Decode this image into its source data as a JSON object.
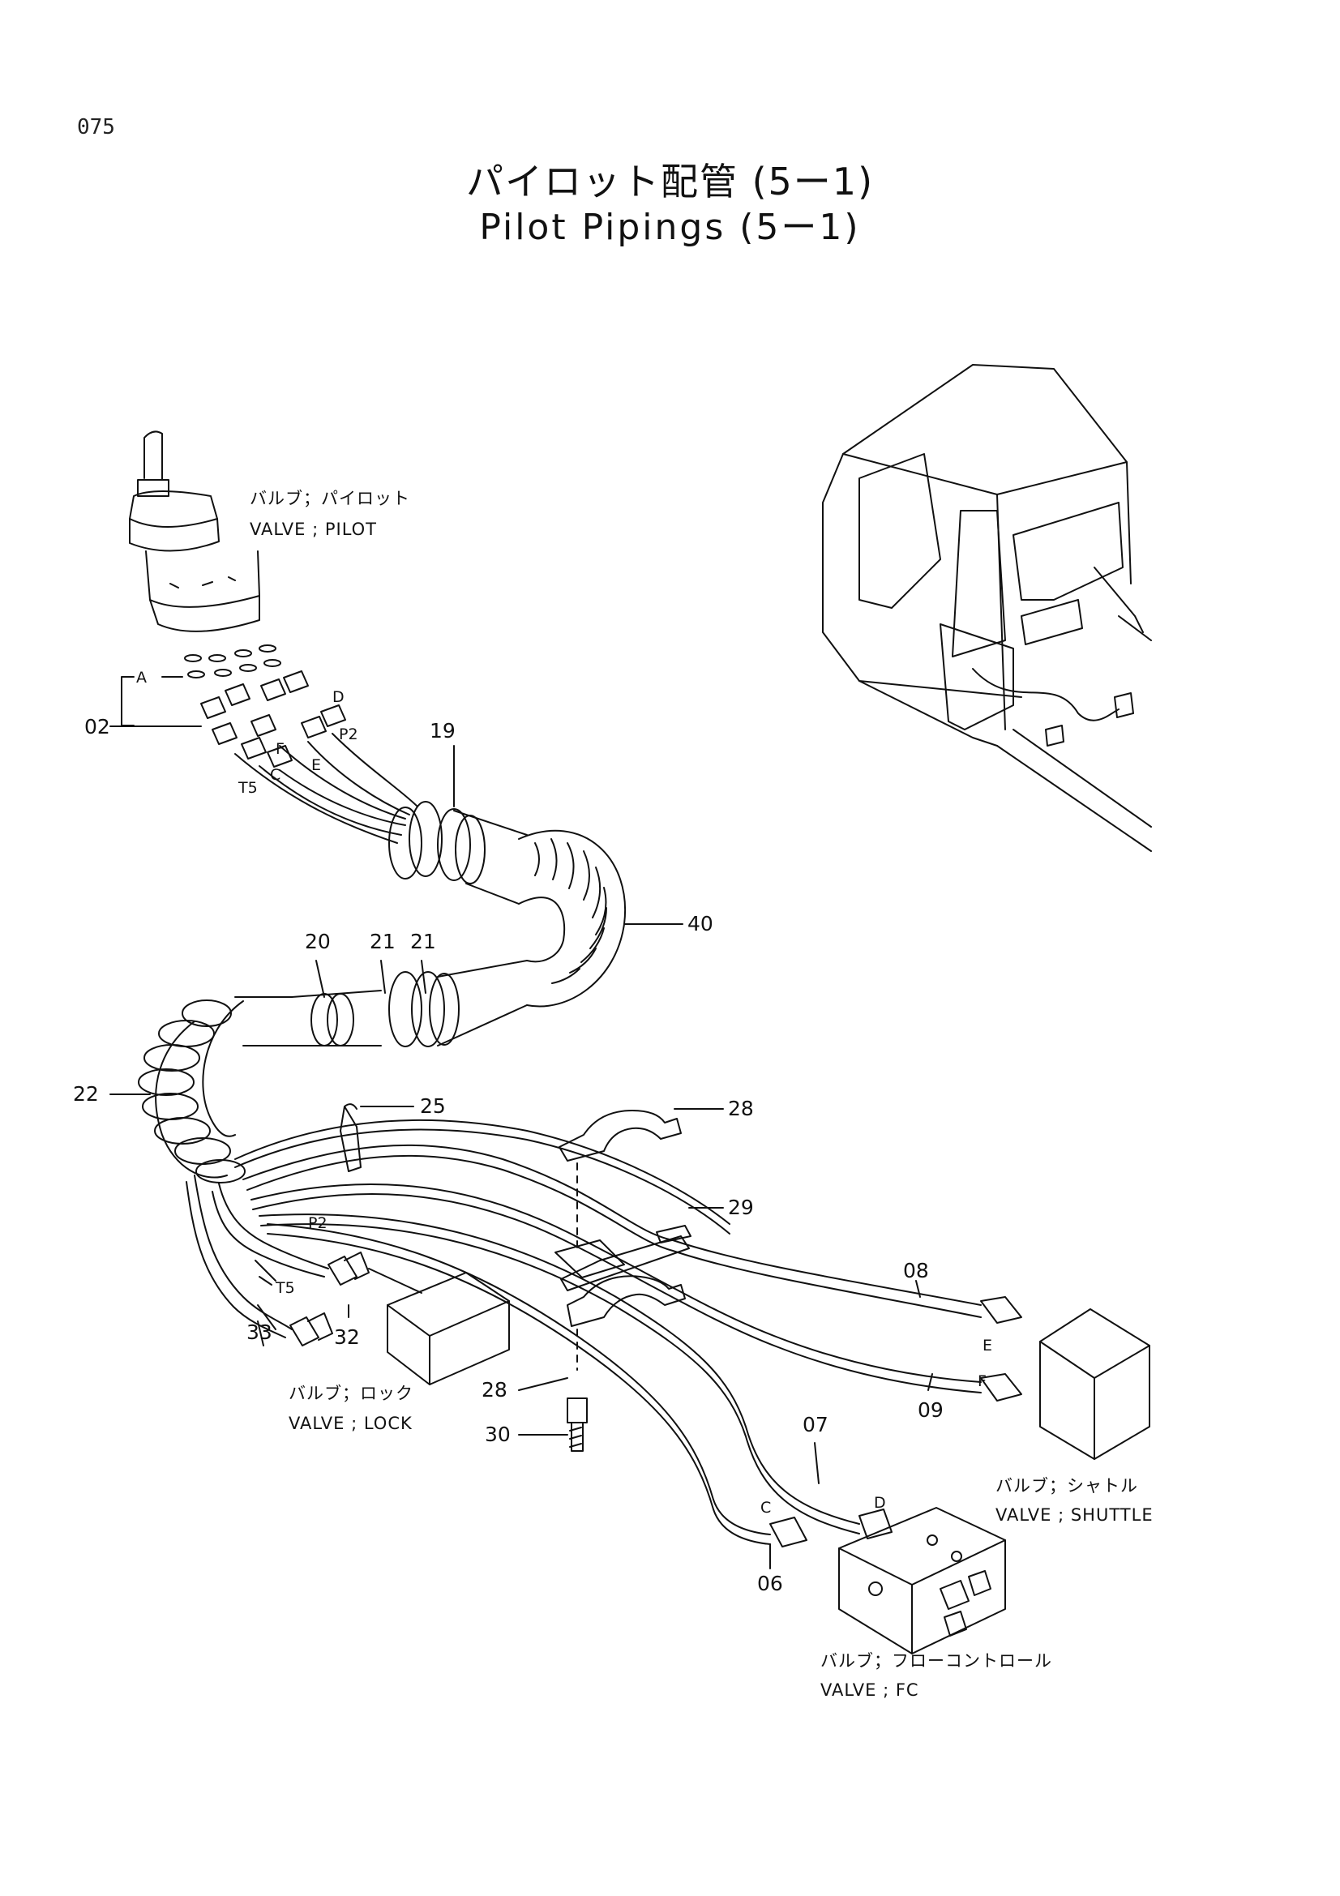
{
  "page": {
    "number": "075",
    "title_jp": "パイロット配管 (5ー1)",
    "title_en": "Pilot Pipings (5ー1)"
  },
  "components": {
    "pilot_valve": {
      "jp": "バルブ；パイロット",
      "en": "VALVE ; PILOT"
    },
    "lock_valve": {
      "jp": "バルブ；ロック",
      "en": "VALVE ; LOCK"
    },
    "shuttle_valve": {
      "jp": "バルブ；シャトル",
      "en": "VALVE ; SHUTTLE"
    },
    "fc_valve": {
      "jp": "バルブ；フローコントロール",
      "en": "VALVE ; FC"
    }
  },
  "ports": {
    "A": "A",
    "D": "D",
    "P2": "P2",
    "F": "F",
    "E": "E",
    "C": "C",
    "T5": "T5",
    "P2_lower": "P2",
    "T5_lower": "T5",
    "E_right": "E",
    "F_right": "F",
    "C_bottom": "C",
    "D_bottom": "D"
  },
  "callouts": {
    "c02": "02",
    "c19": "19",
    "c40": "40",
    "c20": "20",
    "c21a": "21",
    "c21b": "21",
    "c22": "22",
    "c25": "25",
    "c28a": "28",
    "c29": "29",
    "c08": "08",
    "c09": "09",
    "c33": "33",
    "c32": "32",
    "c28b": "28",
    "c30": "30",
    "c07": "07",
    "c06": "06"
  }
}
